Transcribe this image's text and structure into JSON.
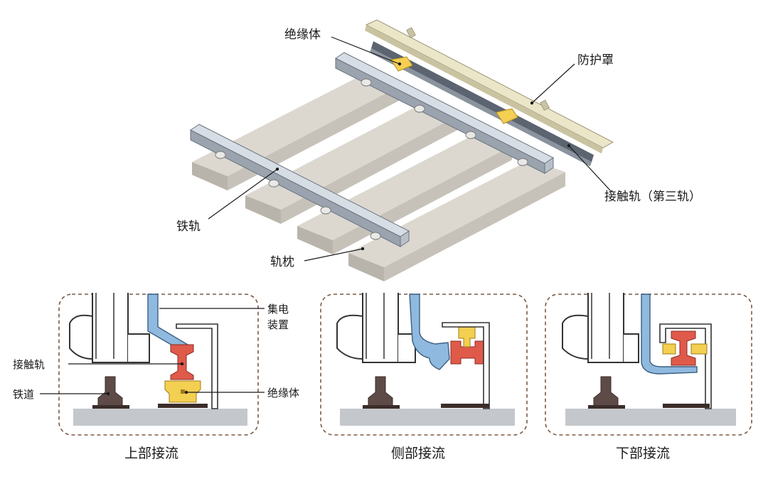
{
  "top_diagram": {
    "labels": {
      "insulator": "绝缘体",
      "protective_cover": "防护罩",
      "contact_rail": "接触轨（第三轨）",
      "running_rail": "铁轨",
      "sleeper": "轨枕"
    }
  },
  "panels": [
    {
      "title": "上部接流",
      "labels": {
        "collector": [
          "集电",
          "装置"
        ],
        "contact_rail": "接触轨",
        "track": "铁道",
        "insulator": "绝缘体"
      }
    },
    {
      "title": "侧部接流"
    },
    {
      "title": "下部接流"
    }
  ],
  "colors": {
    "sleeper": "#cfcbc3",
    "rail_steel": "#aeb6c0",
    "cover": "#ebe6c8",
    "insulator_yellow": "#f3cf52",
    "contact_red": "#e05a4a",
    "collector_blue": "#8fb9de",
    "ground": "#c4c8cc",
    "panel_border": "#7a5a44",
    "track_rail": "#5e4b47"
  }
}
